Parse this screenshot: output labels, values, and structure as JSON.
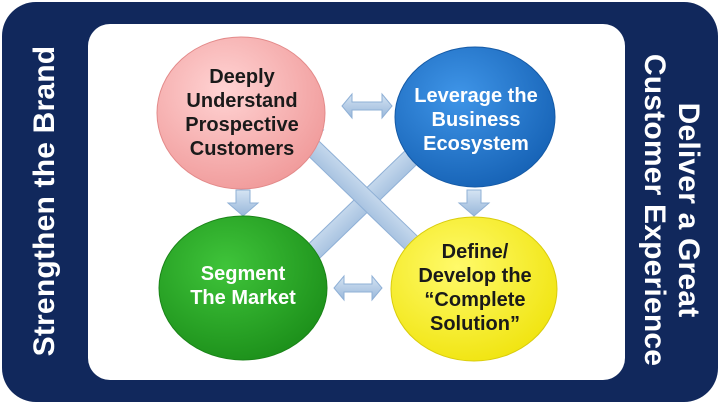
{
  "left_label": "Strengthen the Brand",
  "right_label": [
    "Deliver a Great",
    "Customer Experience"
  ],
  "nodes": {
    "understand": [
      "Deeply",
      "Understand",
      "Prospective",
      "Customers"
    ],
    "leverage": [
      "Leverage the",
      "Business",
      "Ecosystem"
    ],
    "segment": [
      "Segment",
      "The Market"
    ],
    "define": [
      "Define/",
      "Develop the",
      "“Complete",
      "Solution”"
    ]
  },
  "colors": {
    "frame": "#11285c",
    "understand": "#f4a3a3",
    "leverage": "#1f6fc2",
    "segment": "#23a020",
    "define": "#f6ee1c",
    "arrow": "#a9c4e2"
  }
}
